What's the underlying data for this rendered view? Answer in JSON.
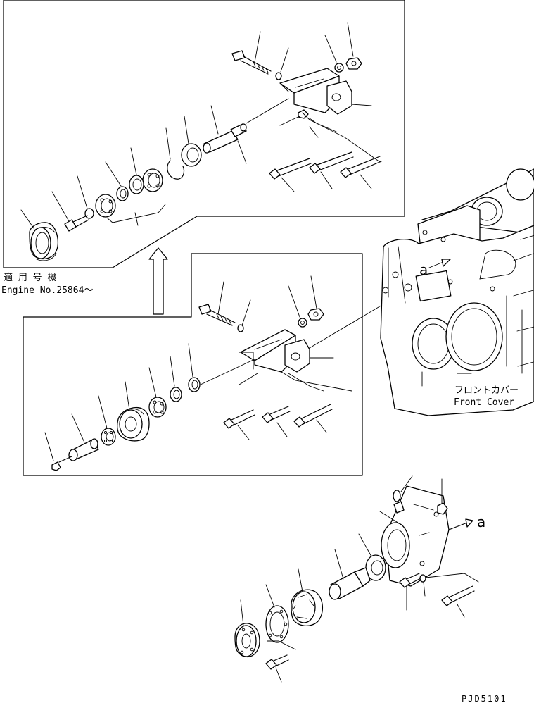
{
  "labels": {
    "applicable_jp": "適 用 号 機",
    "engine_no": "Engine No.25864～",
    "front_cover_jp": "フロントカバー",
    "front_cover_en": "Front Cover",
    "ref_a_upper": "a",
    "ref_a_lower": "a",
    "drawing_code": "PJD5101"
  }
}
